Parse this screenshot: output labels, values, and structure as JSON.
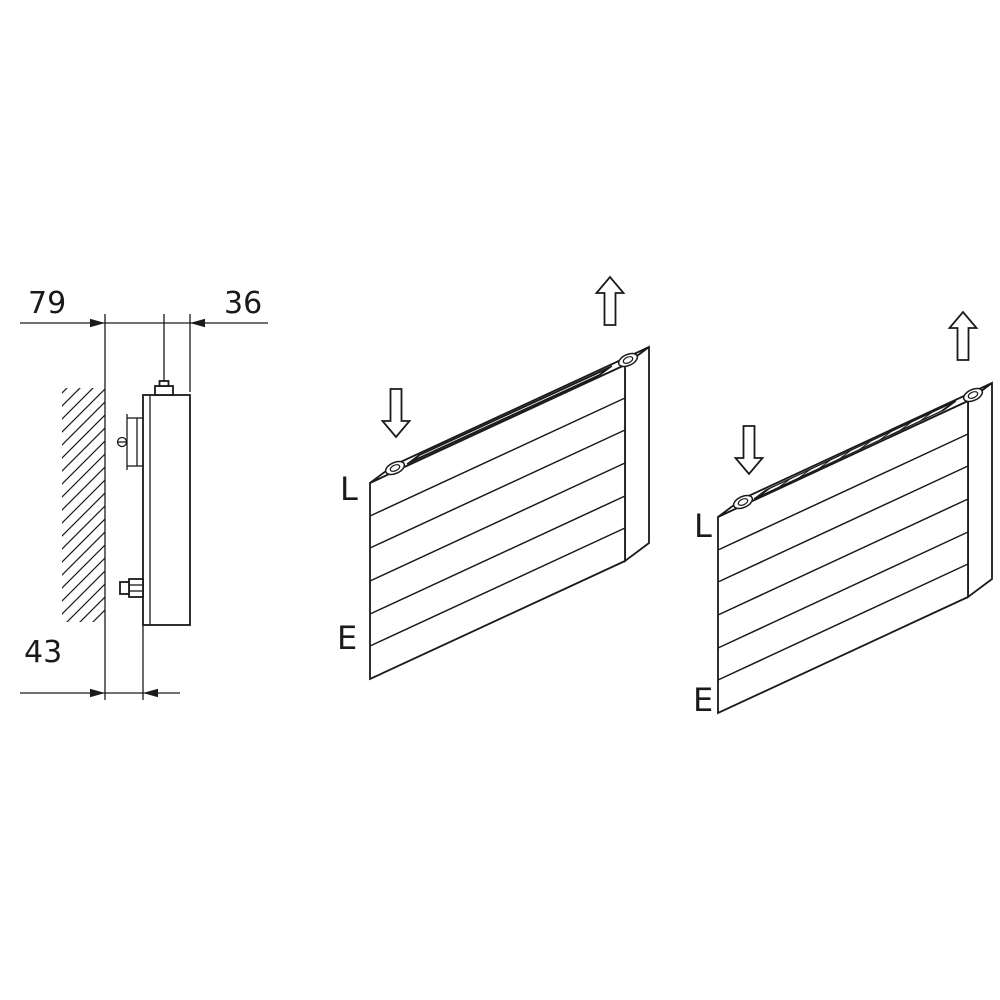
{
  "side_view": {
    "dim_top_left": "79",
    "dim_top_right": "36",
    "dim_bottom": "43"
  },
  "radiator_open_top": {
    "label_l": "L",
    "label_e": "E"
  },
  "radiator_grille_top": {
    "label_l": "L",
    "label_e": "E"
  }
}
